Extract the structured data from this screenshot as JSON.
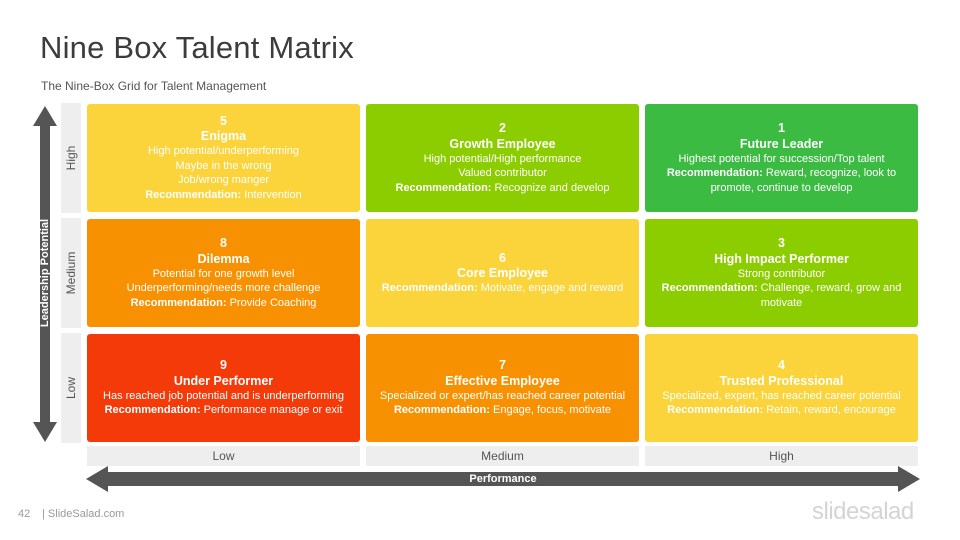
{
  "header": {
    "title": "Nine Box Talent Matrix",
    "subtitle": "The Nine-Box Grid for Talent Management"
  },
  "axes": {
    "vertical_label": "Leadership Potential",
    "horizontal_label": "Performance",
    "rows": [
      "High",
      "Medium",
      "Low"
    ],
    "columns": [
      "Low",
      "Medium",
      "High"
    ],
    "arrow_color": "#555555"
  },
  "boxes": {
    "enigma": {
      "number": "5",
      "name": "Enigma",
      "color": "#fbd33b",
      "lines": [
        "High potential/underperforming",
        "Maybe in the wrong",
        "Job/wrong manger"
      ],
      "rec_label": "Recommendation:",
      "rec_text": " Intervention"
    },
    "growth": {
      "number": "2",
      "name": "Growth Employee",
      "color": "#8ccd00",
      "lines": [
        "High potential/High performance",
        "Valued contributor"
      ],
      "rec_label": "Recommendation:",
      "rec_text": " Recognize and develop"
    },
    "future": {
      "number": "1",
      "name": "Future Leader",
      "color": "#3cbb43",
      "lines": [
        "Highest potential for succession/Top talent"
      ],
      "rec_label": "Recommendation:",
      "rec_text": " Reward, recognize, look to promote, continue to develop"
    },
    "dilemma": {
      "number": "8",
      "name": "Dilemma",
      "color": "#f89102",
      "lines": [
        "Potential for one growth level",
        "Underperforming/needs more challenge"
      ],
      "rec_label": "Recommendation:",
      "rec_text": " Provide Coaching"
    },
    "core": {
      "number": "6",
      "name": "Core Employee",
      "color": "#fbd33b",
      "lines": [],
      "rec_label": "Recommendation:",
      "rec_text": " Motivate, engage and reward"
    },
    "impact": {
      "number": "3",
      "name": "High Impact Performer",
      "color": "#8ccd00",
      "lines": [
        "Strong contributor"
      ],
      "rec_label": "Recommendation:",
      "rec_text": " Challenge, reward, grow and motivate"
    },
    "under": {
      "number": "9",
      "name": "Under Performer",
      "color": "#f53a0a",
      "lines": [
        "Has reached job potential and is underperforming"
      ],
      "rec_label": "Recommendation:",
      "rec_text": " Performance manage or exit"
    },
    "effective": {
      "number": "7",
      "name": "Effective Employee",
      "color": "#f89102",
      "lines": [
        "Specialized or expert/has reached career potential"
      ],
      "rec_label": "Recommendation:",
      "rec_text": " Engage, focus, motivate"
    },
    "trusted": {
      "number": "4",
      "name": "Trusted Professional",
      "color": "#fbd33b",
      "lines": [
        "Specialized, expert, has reached career potential"
      ],
      "rec_label": "Recommendation:",
      "rec_text": " Retain, reward, encourage"
    }
  },
  "footer": {
    "page_number": "42",
    "site": "| SlideSalad.com",
    "logo": "slidesalad"
  }
}
